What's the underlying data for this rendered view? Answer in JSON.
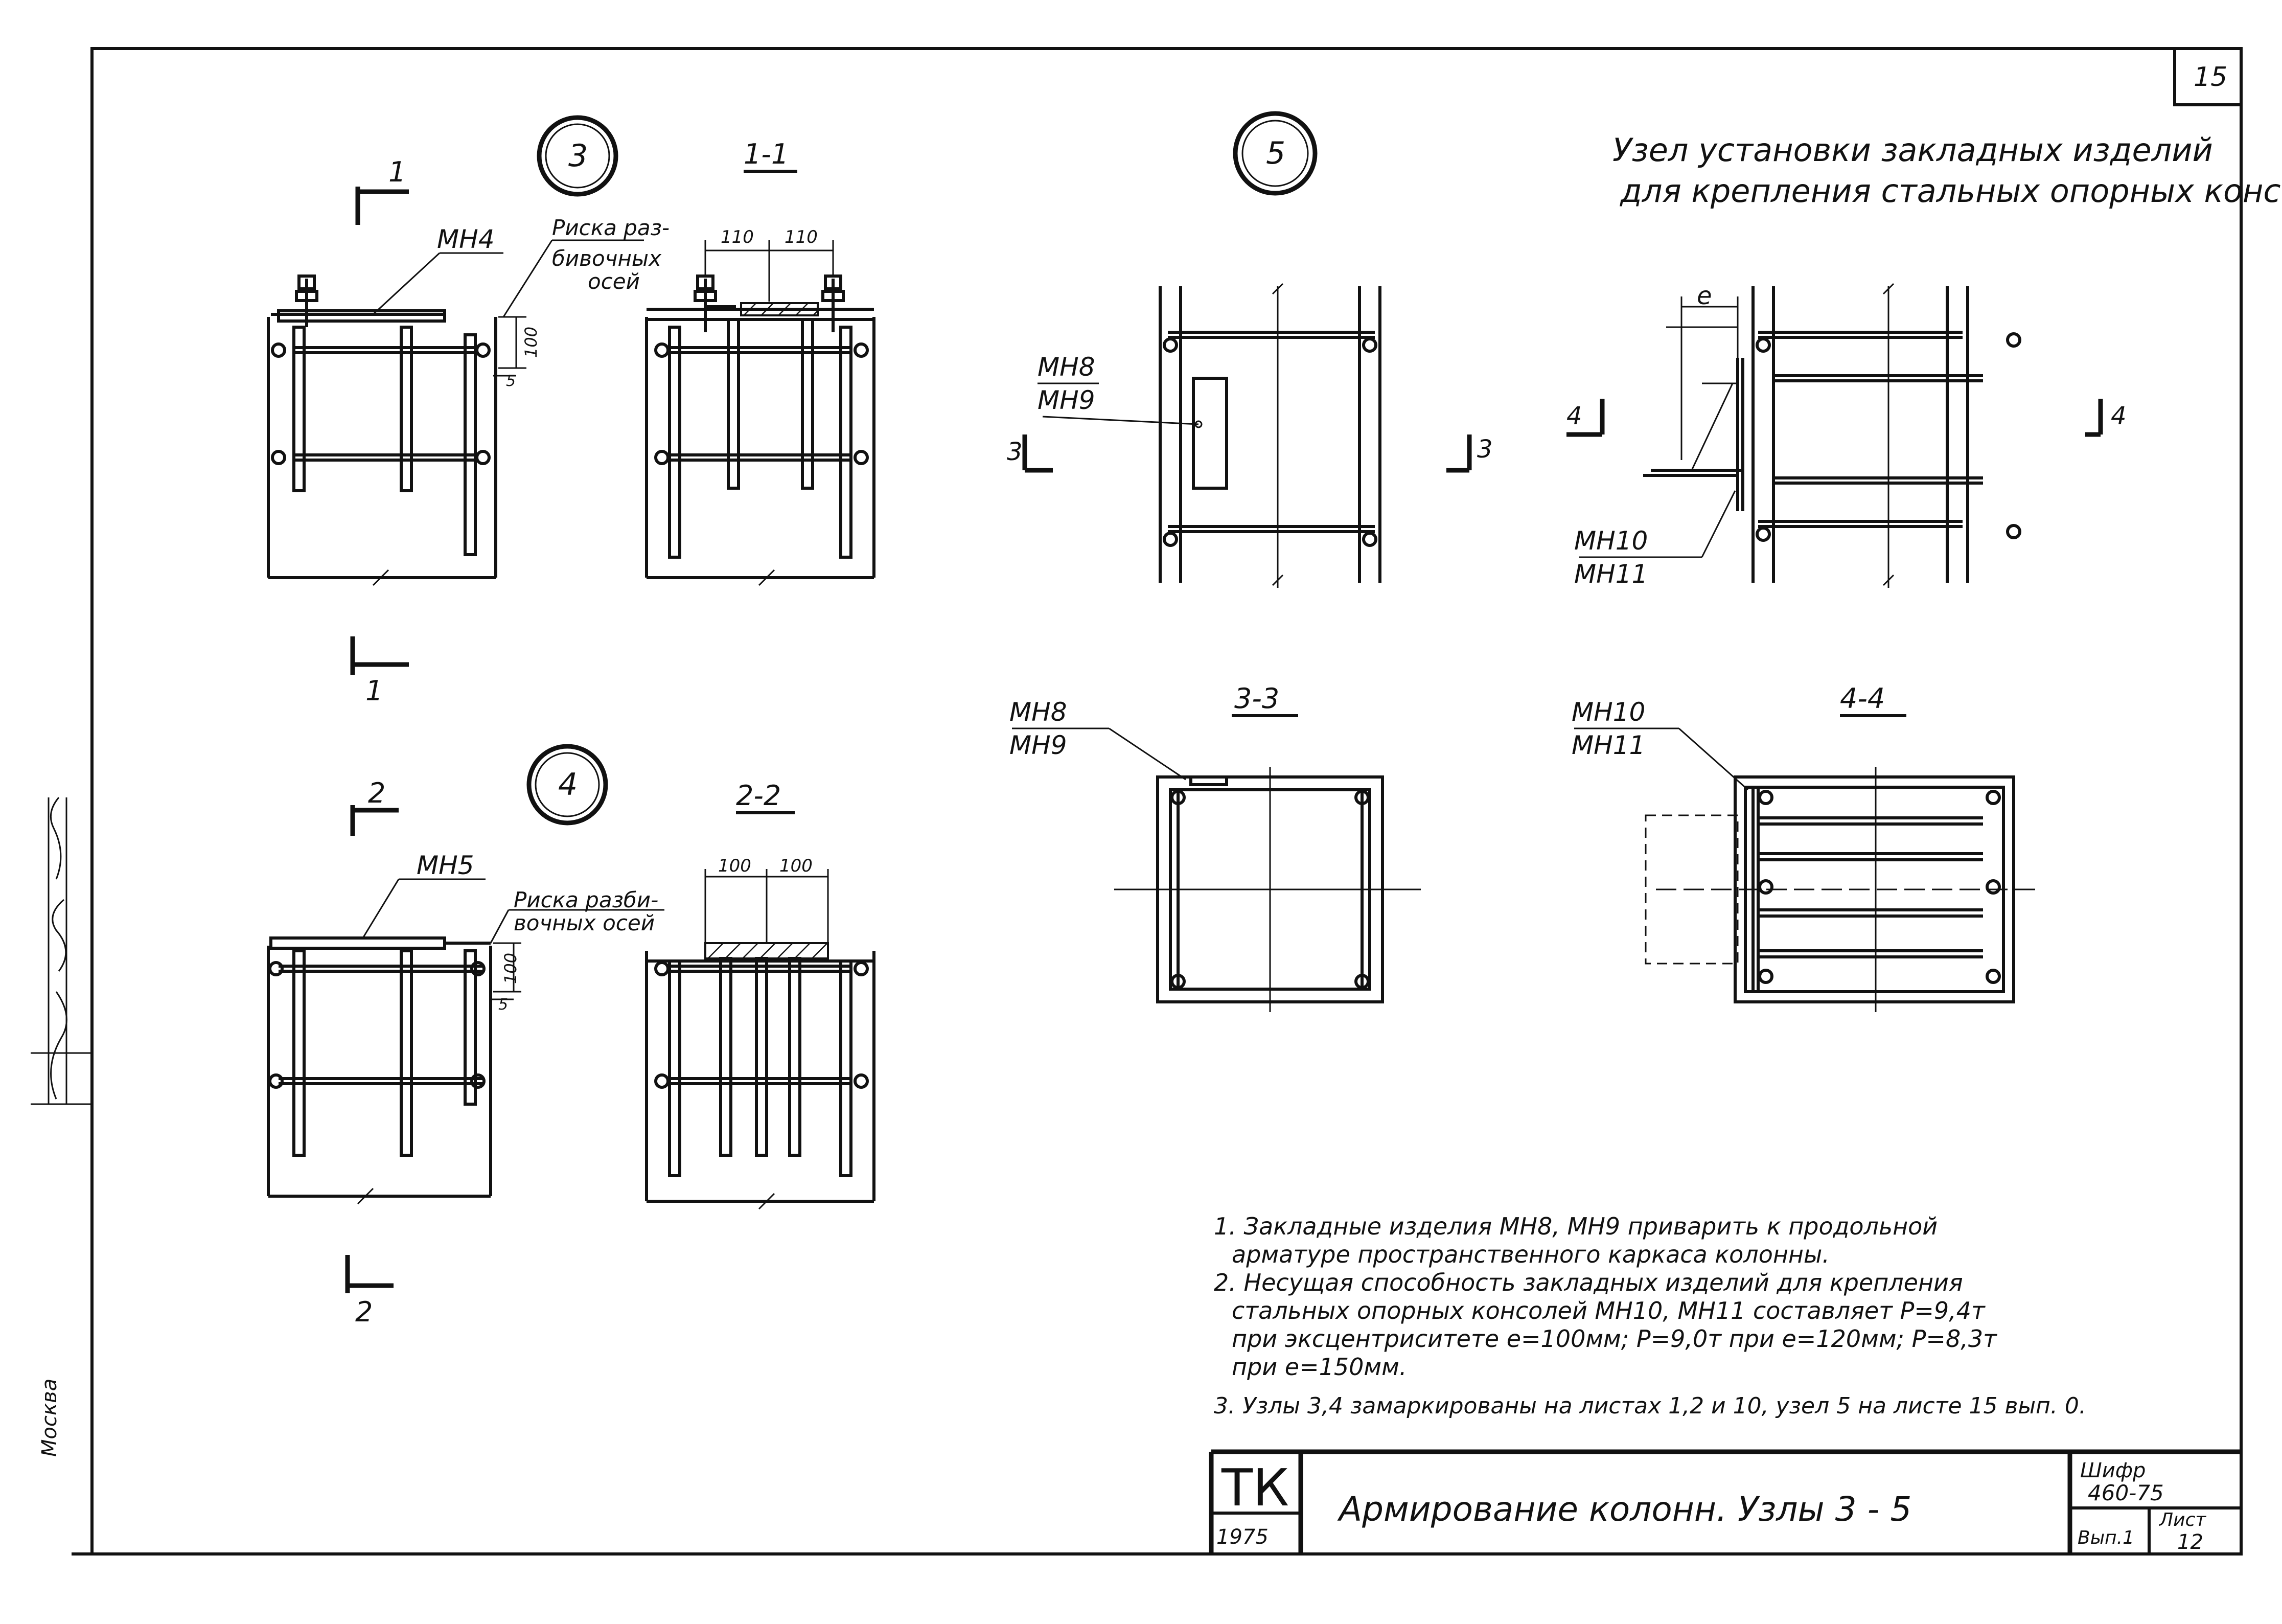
{
  "sheet_number": "15",
  "title_lines": [
    "Узел установки закладных изделий",
    "для крепления стальных опорных консолей"
  ],
  "nodes": {
    "n3": {
      "marker": "3",
      "section": "1-1",
      "cut": "1",
      "plate": "МН4",
      "risk_label": [
        "Риска раз-",
        "бивочных",
        "осей"
      ],
      "dim_100": "100",
      "dim_5": "5",
      "dims_110": [
        "110",
        "110"
      ]
    },
    "n4": {
      "marker": "4",
      "section": "2-2",
      "cut": "2",
      "plate": "МН5",
      "risk_label": [
        "Риска разби-",
        "вочных осей"
      ],
      "dim_100": "100",
      "dim_5": "5",
      "dims_100": [
        "100",
        "100"
      ]
    },
    "n5": {
      "marker": "5",
      "mh8": "МН8",
      "mh9": "МН9",
      "mh10": "МН10",
      "mh11": "МН11",
      "cut3": "3",
      "cut4": "4",
      "e_label": "e",
      "section33": "3-3",
      "section44": "4-4"
    }
  },
  "notes": [
    "1. Закладные изделия МН8, МН9 приварить к продольной",
    "арматуре пространственного каркаса колонны.",
    "2. Несущая способность закладных изделий для крепления",
    "стальных опорных консолей МН10, МН11 составляет Р=9,4т",
    "при эксцентриситете е=100мм; Р=9,0т при е=120мм; Р=8,3т",
    "при е=150мм.",
    "3. Узлы 3,4 замаркированы на листах 1,2 и 10, узел 5 на листе 15 вып. 0."
  ],
  "stamp": {
    "org": "ТК",
    "year": "1975",
    "title": "Армирование колонн.  Узлы 3 - 5",
    "code_label": "Шифр",
    "code": "460-75",
    "issue": "Вып.1",
    "sheet_label": "Лист",
    "sheet": "12"
  },
  "margin": {
    "city": "Москва"
  }
}
